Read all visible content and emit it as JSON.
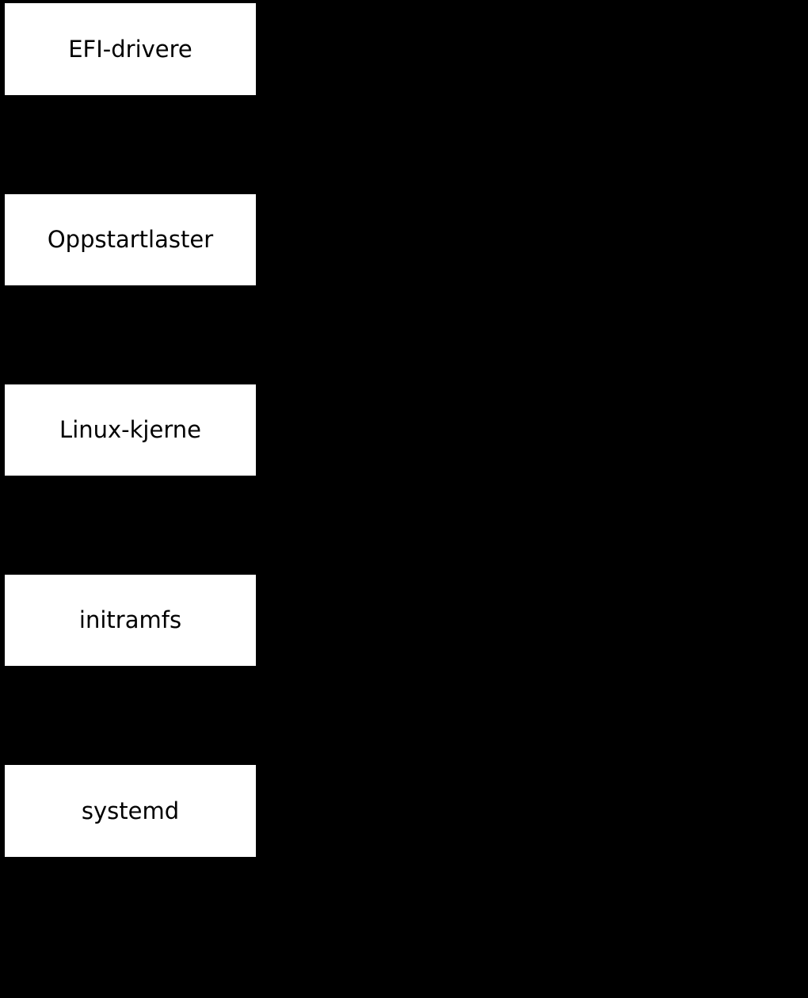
{
  "diagram": {
    "title": "linux-boot-flow",
    "background_color": "#000000",
    "node_fill_color": "#ffffff",
    "node_text_color": "#000000",
    "edge_color": "#000000",
    "nodes": [
      {
        "id": "efi-drivere",
        "label": "EFI-drivere"
      },
      {
        "id": "oppstartlaster",
        "label": "Oppstartlaster"
      },
      {
        "id": "linux-kjerne",
        "label": "Linux-kjerne"
      },
      {
        "id": "initramfs",
        "label": "initramfs"
      },
      {
        "id": "systemd",
        "label": "systemd"
      }
    ],
    "edges": [
      {
        "from": "efi-drivere",
        "to": "oppstartlaster"
      },
      {
        "from": "oppstartlaster",
        "to": "linux-kjerne"
      },
      {
        "from": "linux-kjerne",
        "to": "initramfs"
      },
      {
        "from": "initramfs",
        "to": "systemd"
      }
    ]
  }
}
